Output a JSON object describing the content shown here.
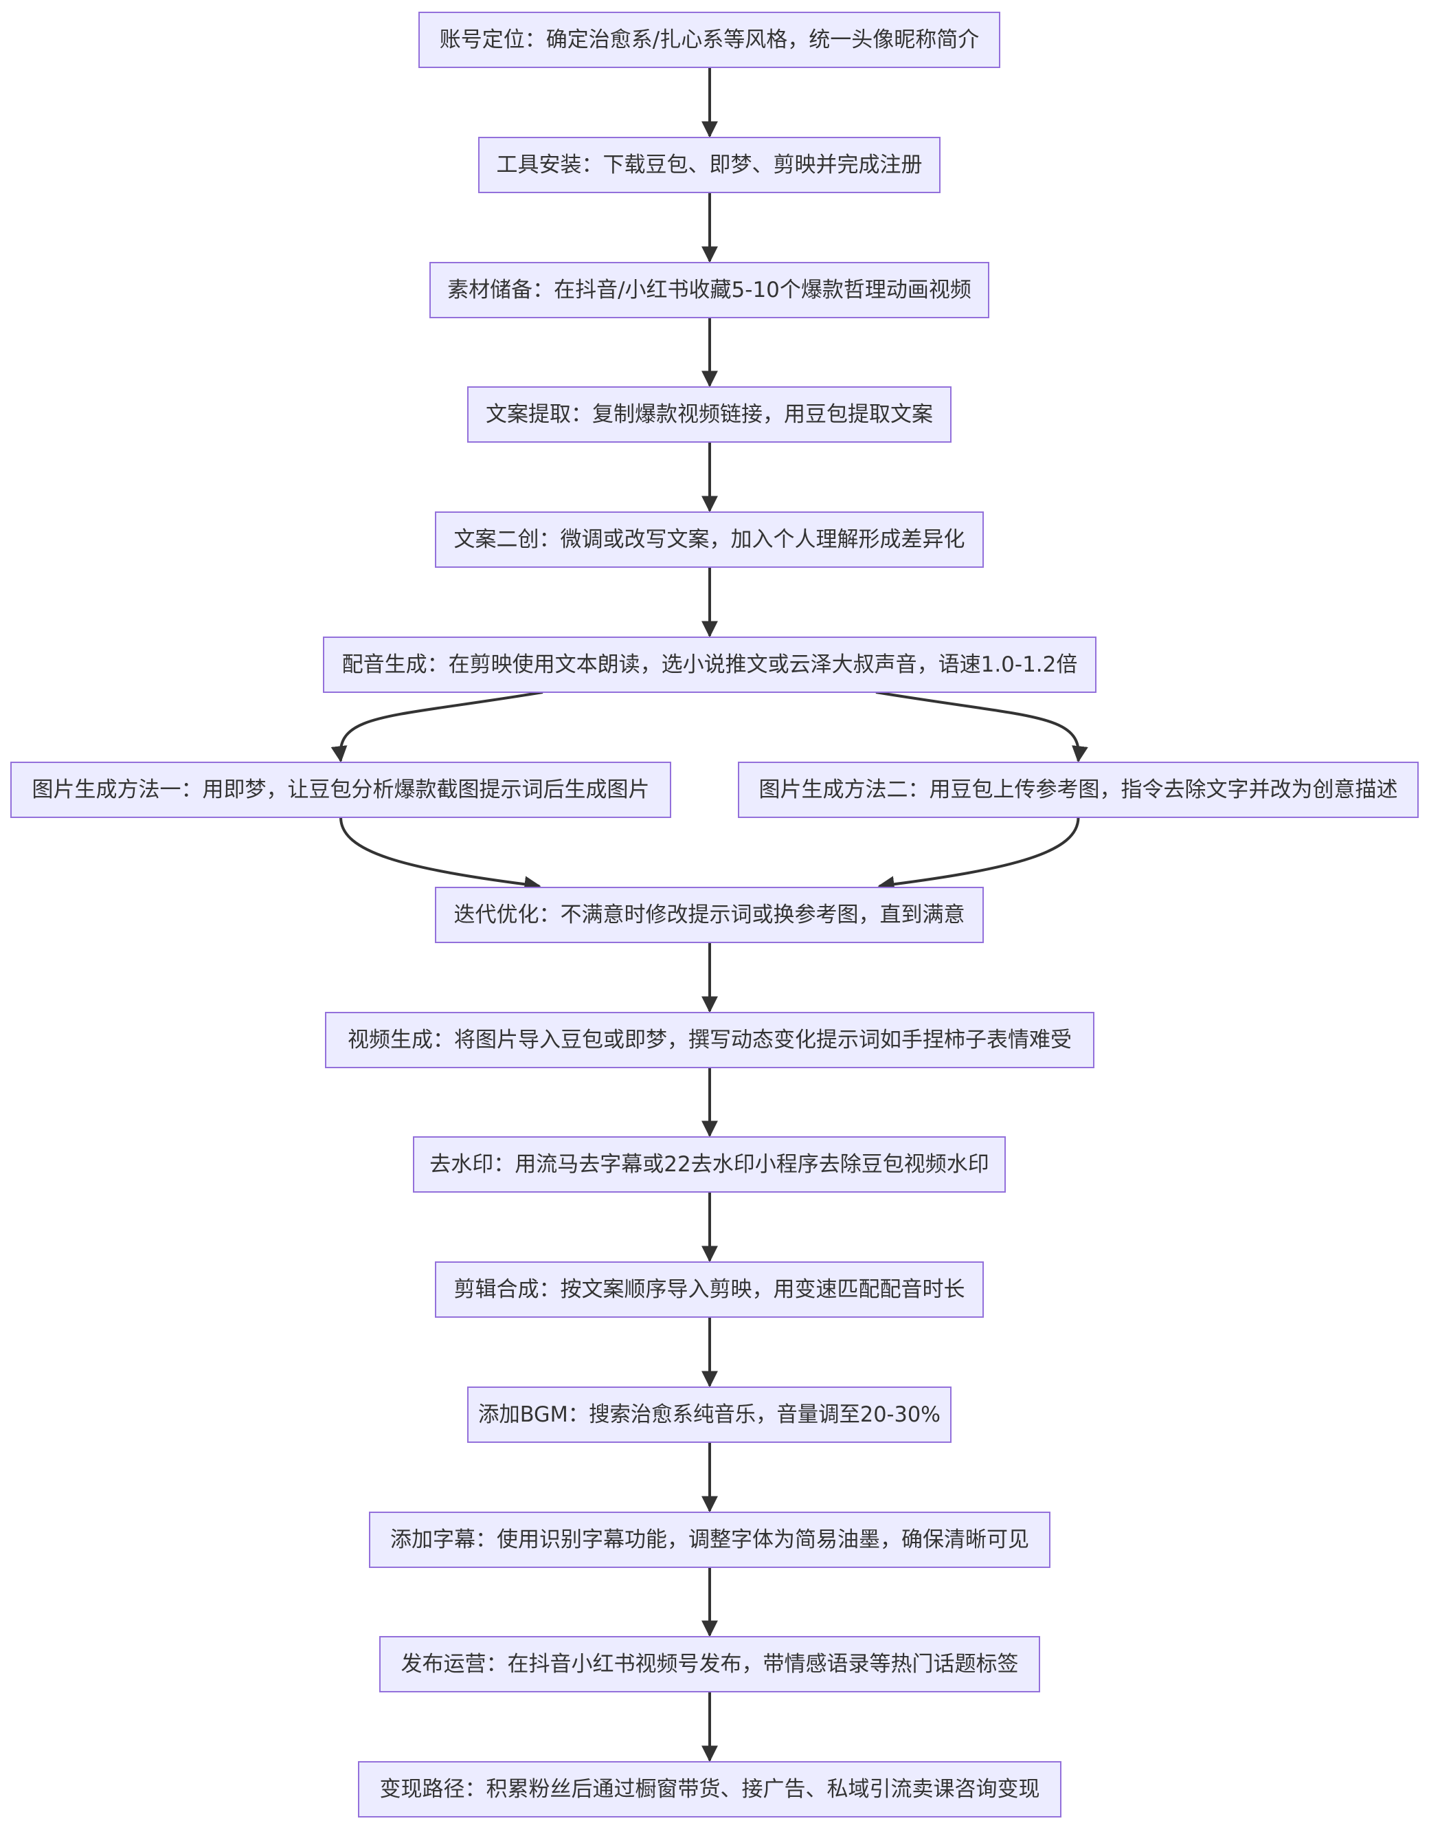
{
  "diagram": {
    "type": "flowchart",
    "direction": "top-down",
    "colors": {
      "node_fill": "#ECECFF",
      "node_border": "#9370DB",
      "text": "#333333",
      "edge": "#333333"
    },
    "nodes": [
      {
        "id": "n1",
        "label": "账号定位：确定治愈系/扎心系等风格，统一头像昵称简介"
      },
      {
        "id": "n2",
        "label": "工具安装：下载豆包、即梦、剪映并完成注册"
      },
      {
        "id": "n3",
        "label": "素材储备：在抖音/小红书收藏5-10个爆款哲理动画视频"
      },
      {
        "id": "n4",
        "label": "文案提取：复制爆款视频链接，用豆包提取文案"
      },
      {
        "id": "n5",
        "label": "文案二创：微调或改写文案，加入个人理解形成差异化"
      },
      {
        "id": "n6",
        "label": "配音生成：在剪映使用文本朗读，选小说推文或云泽大叔声音，语速1.0-1.2倍"
      },
      {
        "id": "n7a",
        "label": "图片生成方法一：用即梦，让豆包分析爆款截图提示词后生成图片"
      },
      {
        "id": "n7b",
        "label": "图片生成方法二：用豆包上传参考图，指令去除文字并改为创意描述"
      },
      {
        "id": "n8",
        "label": "迭代优化：不满意时修改提示词或换参考图，直到满意"
      },
      {
        "id": "n9",
        "label": "视频生成：将图片导入豆包或即梦，撰写动态变化提示词如手捏柿子表情难受"
      },
      {
        "id": "n10",
        "label": "去水印：用流马去字幕或22去水印小程序去除豆包视频水印"
      },
      {
        "id": "n11",
        "label": "剪辑合成：按文案顺序导入剪映，用变速匹配配音时长"
      },
      {
        "id": "n12",
        "label": "添加BGM：搜索治愈系纯音乐，音量调至20-30%"
      },
      {
        "id": "n13",
        "label": "添加字幕：使用识别字幕功能，调整字体为简易油墨，确保清晰可见"
      },
      {
        "id": "n14",
        "label": "发布运营：在抖音小红书视频号发布，带情感语录等热门话题标签"
      },
      {
        "id": "n15",
        "label": "变现路径：积累粉丝后通过橱窗带货、接广告、私域引流卖课咨询变现"
      }
    ],
    "edges": [
      {
        "from": "n1",
        "to": "n2"
      },
      {
        "from": "n2",
        "to": "n3"
      },
      {
        "from": "n3",
        "to": "n4"
      },
      {
        "from": "n4",
        "to": "n5"
      },
      {
        "from": "n5",
        "to": "n6"
      },
      {
        "from": "n6",
        "to": "n7a"
      },
      {
        "from": "n6",
        "to": "n7b"
      },
      {
        "from": "n7a",
        "to": "n8"
      },
      {
        "from": "n7b",
        "to": "n8"
      },
      {
        "from": "n8",
        "to": "n9"
      },
      {
        "from": "n9",
        "to": "n10"
      },
      {
        "from": "n10",
        "to": "n11"
      },
      {
        "from": "n11",
        "to": "n12"
      },
      {
        "from": "n12",
        "to": "n13"
      },
      {
        "from": "n13",
        "to": "n14"
      },
      {
        "from": "n14",
        "to": "n15"
      }
    ]
  }
}
